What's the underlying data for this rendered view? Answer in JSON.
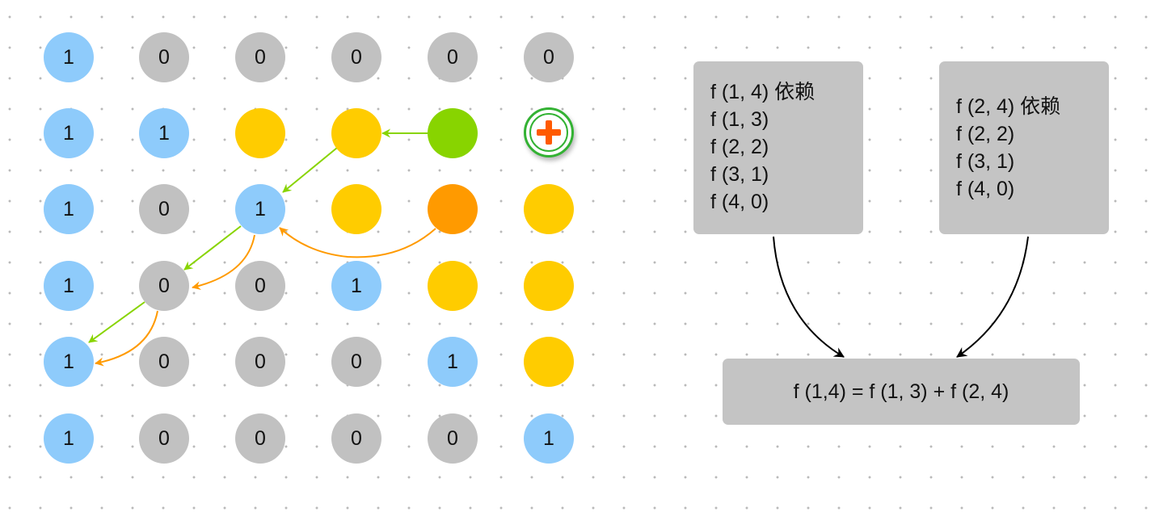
{
  "colors": {
    "blue": "#8ecbfb",
    "gray": "#c1c1c1",
    "yellow": "#ffcc00",
    "green": "#88d400",
    "orange": "#ff9a00",
    "green_arrow": "#88d400",
    "orange_arrow": "#ff9a00",
    "box": "#c4c4c4"
  },
  "grid": {
    "rows": [
      [
        {
          "v": "1",
          "c": "blue"
        },
        {
          "v": "0",
          "c": "gray"
        },
        {
          "v": "0",
          "c": "gray"
        },
        {
          "v": "0",
          "c": "gray"
        },
        {
          "v": "0",
          "c": "gray"
        },
        {
          "v": "0",
          "c": "gray"
        }
      ],
      [
        {
          "v": "1",
          "c": "blue"
        },
        {
          "v": "1",
          "c": "blue"
        },
        {
          "v": "",
          "c": "yellow"
        },
        {
          "v": "",
          "c": "yellow"
        },
        {
          "v": "",
          "c": "green"
        },
        {
          "v": "",
          "c": "add-button"
        }
      ],
      [
        {
          "v": "1",
          "c": "blue"
        },
        {
          "v": "0",
          "c": "gray"
        },
        {
          "v": "1",
          "c": "blue"
        },
        {
          "v": "",
          "c": "yellow"
        },
        {
          "v": "",
          "c": "orange"
        },
        {
          "v": "",
          "c": "yellow"
        }
      ],
      [
        {
          "v": "1",
          "c": "blue"
        },
        {
          "v": "0",
          "c": "gray"
        },
        {
          "v": "0",
          "c": "gray"
        },
        {
          "v": "1",
          "c": "blue"
        },
        {
          "v": "",
          "c": "yellow"
        },
        {
          "v": "",
          "c": "yellow"
        }
      ],
      [
        {
          "v": "1",
          "c": "blue"
        },
        {
          "v": "0",
          "c": "gray"
        },
        {
          "v": "0",
          "c": "gray"
        },
        {
          "v": "0",
          "c": "gray"
        },
        {
          "v": "1",
          "c": "blue"
        },
        {
          "v": "",
          "c": "yellow"
        }
      ],
      [
        {
          "v": "1",
          "c": "blue"
        },
        {
          "v": "0",
          "c": "gray"
        },
        {
          "v": "0",
          "c": "gray"
        },
        {
          "v": "0",
          "c": "gray"
        },
        {
          "v": "0",
          "c": "gray"
        },
        {
          "v": "1",
          "c": "blue"
        }
      ]
    ]
  },
  "dependency_a": {
    "lines": [
      "f (1, 4) 依赖",
      "f (1, 3)",
      "f (2, 2)",
      "f (3, 1)",
      "f (4, 0)"
    ]
  },
  "dependency_b": {
    "lines": [
      "f (2, 4) 依赖",
      "f (2, 2)",
      "f (3, 1)",
      "f (4, 0)"
    ]
  },
  "formula": {
    "text": "f (1,4) = f (1, 3) + f (2, 4)"
  }
}
